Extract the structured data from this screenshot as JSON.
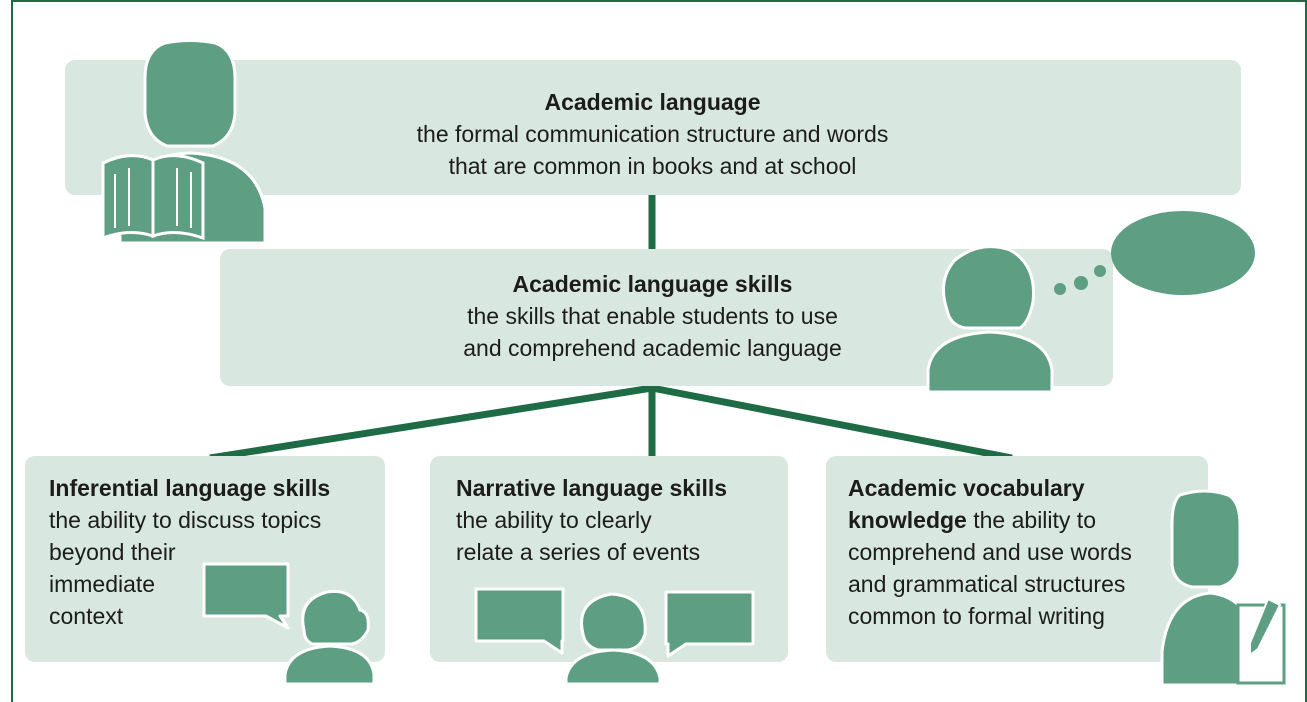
{
  "colors": {
    "frame": "#1f6b45",
    "box_fill": "#d8e7df",
    "figure": "#5e9e82",
    "connector": "#1f6b45",
    "text": "#1c1c1c"
  },
  "top": {
    "title": "Academic language",
    "lines": [
      "the formal communication structure and words",
      "that are common in books and at school"
    ]
  },
  "middle": {
    "title": "Academic language skills",
    "lines": [
      "the skills that enable students to use",
      "and comprehend academic language"
    ]
  },
  "bottom": [
    {
      "title": "Inferential language skills",
      "lines": [
        "the ability to discuss topics",
        "beyond their",
        "immediate",
        "context"
      ]
    },
    {
      "title": "Narrative language skills",
      "lines": [
        "the ability to clearly",
        "relate a series of events"
      ]
    },
    {
      "title_a": "Academic vocabulary",
      "title_b": "knowledge",
      "desc_tail": " the ability to",
      "lines": [
        "comprehend and use words",
        "and grammatical structures",
        "common to formal writing"
      ]
    }
  ],
  "icons": [
    "person-reading-icon",
    "person-thinking-icon",
    "thought-bubble-icon",
    "child-speaking-icon",
    "speech-bubble-icon",
    "person-writing-icon"
  ]
}
